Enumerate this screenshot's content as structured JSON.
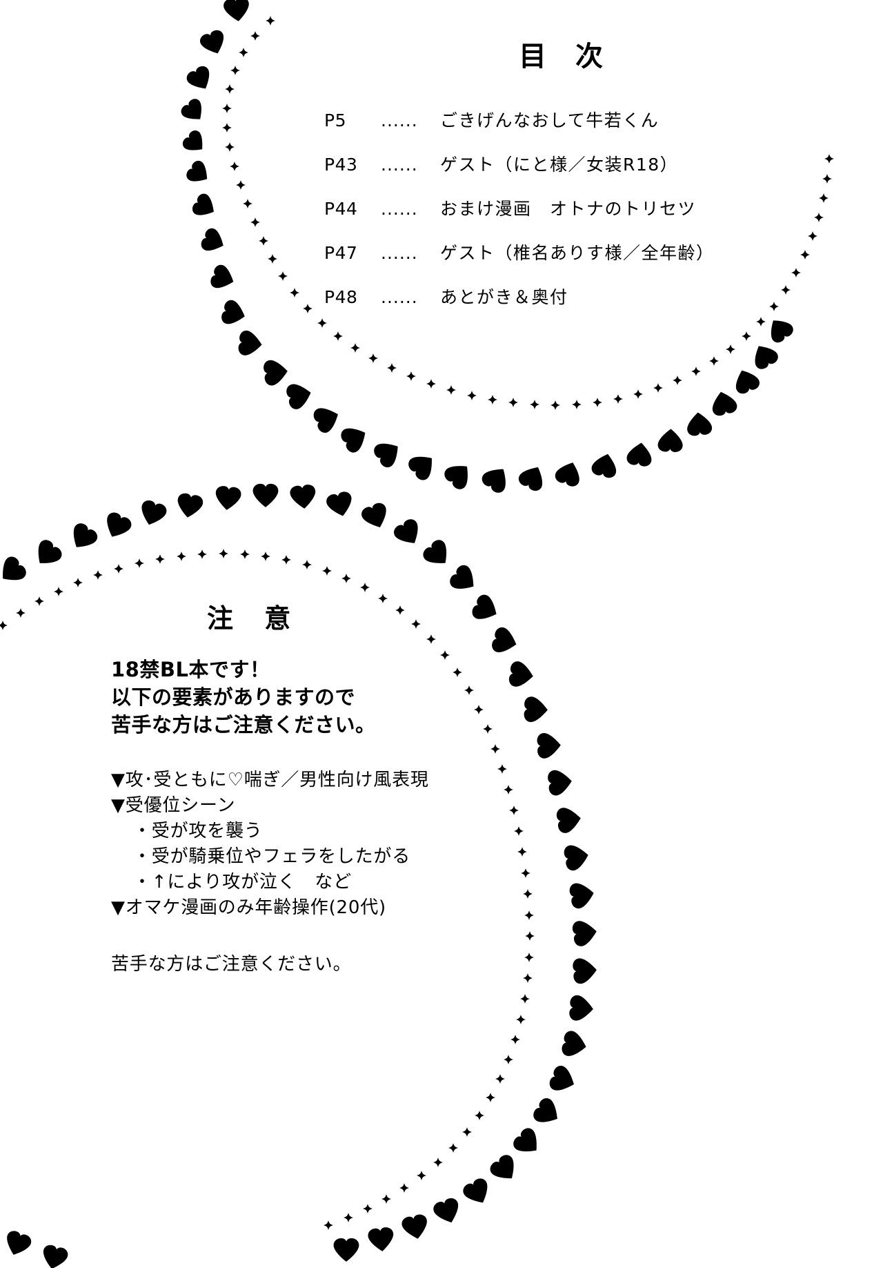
{
  "page": {
    "background_color": "#ffffff",
    "ink_color": "#000000"
  },
  "toc": {
    "title": "目 次",
    "dots": "......",
    "entries": [
      {
        "page": "P5",
        "dots": "......",
        "label": "ごきげんなおして牛若くん"
      },
      {
        "page": "P43",
        "dots": "......",
        "label": "ゲスト（にと様／女装R18）"
      },
      {
        "page": "P44",
        "dots": "......",
        "label": "おまけ漫画　オトナのトリセツ"
      },
      {
        "page": "P47",
        "dots": "......",
        "label": "ゲスト（椎名ありす様／全年齢）"
      },
      {
        "page": "P48",
        "dots": "......",
        "label": "あとがき＆奥付"
      }
    ]
  },
  "caution": {
    "title": "注 意",
    "lead": [
      "18禁BL本です！",
      "以下の要素がありますので",
      "苦手な方はご注意ください。"
    ],
    "items": [
      {
        "type": "bullet",
        "text": "▼攻･受ともに♡喘ぎ／男性向け風表現"
      },
      {
        "type": "bullet",
        "text": "▼受優位シーン"
      },
      {
        "type": "sub",
        "text": "・受が攻を襲う"
      },
      {
        "type": "sub",
        "text": "・受が騎乗位やフェラをしたがる"
      },
      {
        "type": "sub",
        "text": "・↑により攻が泣く　など"
      },
      {
        "type": "bullet",
        "text": "▼オマケ漫画のみ年齢操作(20代)"
      }
    ],
    "closing": "苦手な方はご注意ください。"
  },
  "decoration": {
    "motifs": [
      "heart",
      "diamond"
    ],
    "description": "two large swirling bands of solid black hearts with inner dotted diamond trails"
  }
}
